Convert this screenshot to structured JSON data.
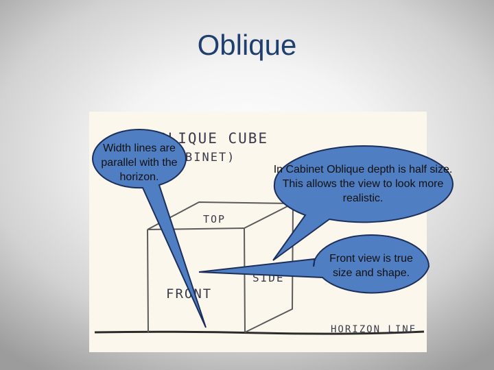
{
  "slide": {
    "title": "Oblique"
  },
  "sketch": {
    "heading_line1": "BLIQUE CUBE",
    "heading_line2": "BINET)",
    "face_top": "TOP",
    "face_front": "FRONT",
    "face_side": "SIDE",
    "horizon_label": "HORIZON LINE"
  },
  "callouts": {
    "width_lines": "Width lines are parallel with the horizon.",
    "cabinet_depth": "In Cabinet Oblique depth is half size.  This allows the view to look more realistic.",
    "front_view": "Front view is true size and shape."
  },
  "colors": {
    "title": "#1f3f6e",
    "callout_fill": "#4f7ec2",
    "callout_stroke": "#1c2f5a"
  }
}
